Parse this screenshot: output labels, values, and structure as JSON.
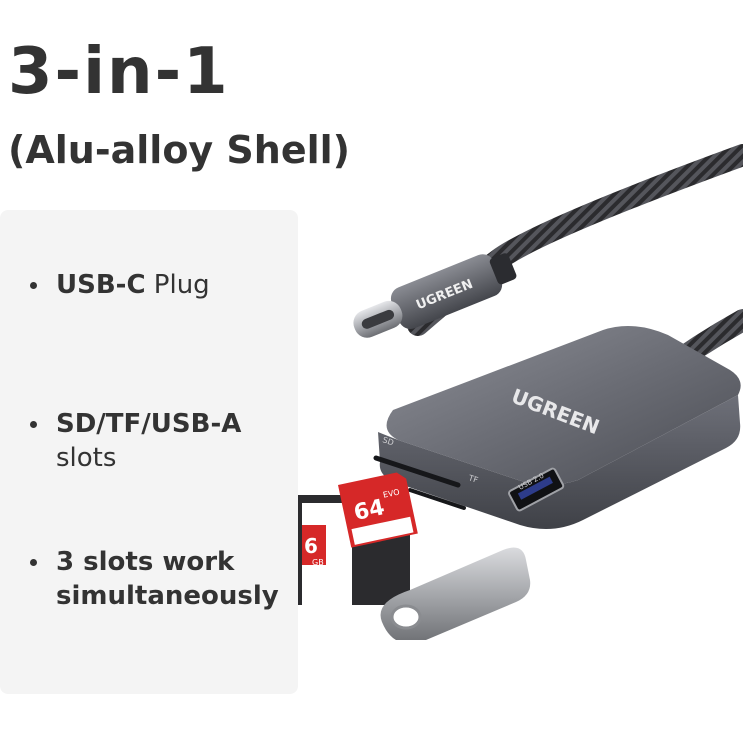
{
  "header": {
    "title": "3-in-1",
    "subtitle": "(Alu-alloy Shell)"
  },
  "features": [
    {
      "bold": "USB-C",
      "normal": " Plug"
    },
    {
      "bold": "SD/TF/USB-A",
      "normal": " slots"
    },
    {
      "bold": "3 slots work simultaneously",
      "normal": ""
    }
  ],
  "product": {
    "brand_plug": "UGREEN",
    "brand_body": "UGREEN",
    "label_sd": "SD",
    "label_tf": "TF",
    "label_usb": "USB 2.0",
    "sd_card_capacity": "64",
    "sd_card_series": "EVO",
    "sd_card_partial": "6",
    "sd_card_unit": "GB"
  }
}
